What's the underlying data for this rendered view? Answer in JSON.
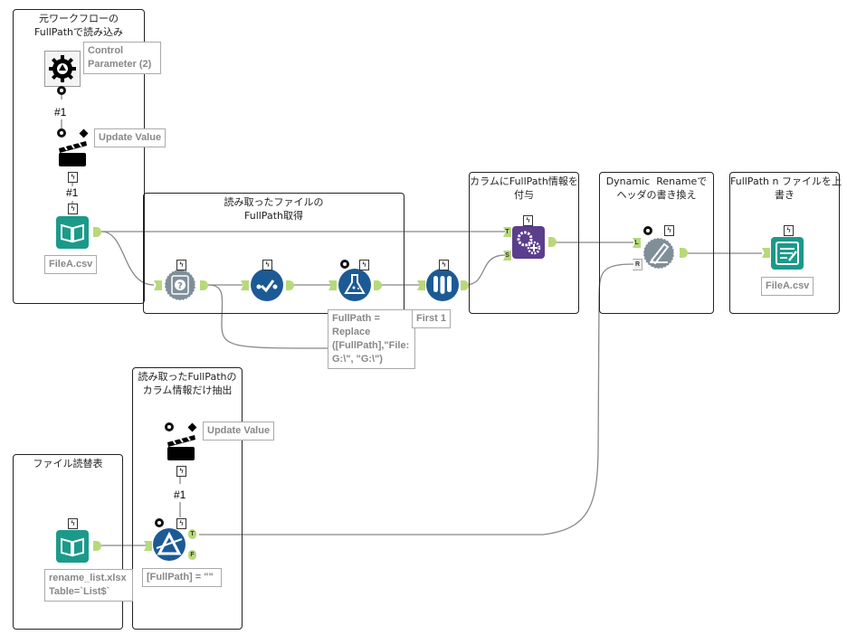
{
  "containers": [
    {
      "id": "c1",
      "title": "元ワークフローの\nFullPathで読み込み"
    },
    {
      "id": "c2",
      "title": "読み取ったファイルの\nFullPath取得"
    },
    {
      "id": "c3",
      "title": "カラムにFullPath情報を\n付与"
    },
    {
      "id": "c4",
      "title": "Dynamic  Renameで\nヘッダの書き換え"
    },
    {
      "id": "c5",
      "title": "FullPath n ファイルを上\n書き"
    },
    {
      "id": "c6",
      "title": "読み取ったFullPathの\nカラム情報だけ抽出"
    },
    {
      "id": "c7",
      "title": "ファイル読替表"
    }
  ],
  "annotations": {
    "control_param": "Control\nParameter (2)",
    "update_value_1": "Update Value",
    "input_file_a": "FileA.csv",
    "formula": "FullPath =\nReplace\n([FullPath],\"File:\nG:\\\", \"G:\\\")",
    "sample": "First 1",
    "output_file_a": "FileA.csv",
    "update_value_2": "Update Value",
    "input_rename_list": "rename_list.xlsx\nTable=`List$`",
    "filter": "[FullPath] = \"\""
  },
  "labels": {
    "hash1": "#1",
    "bolt": "ϟ",
    "anchor_T": "T",
    "anchor_S": "S",
    "anchor_L": "L",
    "anchor_R": "R",
    "anchor_F": "F"
  },
  "colors": {
    "input_teal": "#1b9a8a",
    "blue_tool": "#1c5a96",
    "grey_tool": "#7f8f99",
    "purple_tool": "#5b3e8c",
    "anchor_green": "#b8d97a"
  }
}
